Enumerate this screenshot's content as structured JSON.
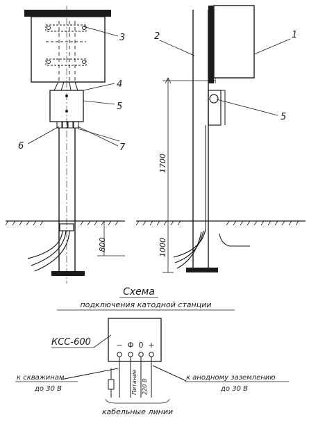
{
  "callouts": {
    "n1": "1",
    "n2": "2",
    "n3": "3",
    "n4": "4",
    "n5_front": "5",
    "n5_side": "5",
    "n6": "6",
    "n7": "7"
  },
  "dimensions": {
    "d1700": "1700",
    "d800": "800",
    "d1000": "1000"
  },
  "scheme": {
    "title": "Схема",
    "subtitle": "подключения катодной станции",
    "device_label": "КСС-600",
    "terminals": [
      "−",
      "Ф",
      "0",
      "+"
    ],
    "left_label": "к скважинам",
    "left_voltage": "до 30 В",
    "mid_label": "Питание",
    "mid_voltage": "220 В",
    "right_label": "к анодному заземлению",
    "right_voltage": "до 30 В",
    "bottom_label": "кабельные линии"
  }
}
